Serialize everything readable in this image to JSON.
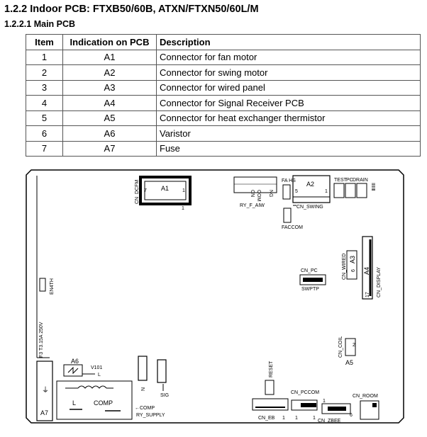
{
  "heading": "1.2.2 Indoor PCB: FTXB50/60B, ATXN/FTXN50/60L/M",
  "subheading": "1.2.2.1 Main PCB",
  "table": {
    "columns": [
      "Item",
      "Indication on PCB",
      "Description"
    ],
    "rows": [
      {
        "item": "1",
        "indication": "A1",
        "description": "Connector for fan motor"
      },
      {
        "item": "2",
        "indication": "A2",
        "description": "Connector for swing motor"
      },
      {
        "item": "3",
        "indication": "A3",
        "description": "Connector for wired panel"
      },
      {
        "item": "4",
        "indication": "A4",
        "description": "Connector for Signal Receiver PCB"
      },
      {
        "item": "5",
        "indication": "A5",
        "description": "Connector for heat exchanger thermistor"
      },
      {
        "item": "6",
        "indication": "A6",
        "description": "Varistor"
      },
      {
        "item": "7",
        "indication": "A7",
        "description": "Fuse"
      }
    ]
  },
  "board": {
    "cn_dcfm": "CN_DCFM",
    "a1": "A1",
    "pin7": "7",
    "pin1": "1",
    "pin1b": "1",
    "gnd_com": "COM",
    "ng": "NG",
    "cn_x": "CN",
    "ry_f_aiw": "RY_F_AIW",
    "fan_hs": "FA HS",
    "a2": "A2",
    "cn_swing": "CN_SWING",
    "swing5": "5",
    "swing1": "1",
    "test": "TEST",
    "pc": "PC",
    "drain": "DRAIN",
    "side_lbl": "ⅡⅡⅢ",
    "faccom": "FACCOM",
    "cn_wired": "CN_WIRED",
    "a3": "A3",
    "a3n": "6",
    "cn_pc": "CN_PC",
    "pc_sub": "SWP",
    "pc_tp": "TP",
    "a4": "A4",
    "cn_display": "CN_DISPLAY",
    "disp17": "17",
    "en4th": "EN4TH",
    "fuse_lbl": "F3 T3.15A 250V",
    "a6": "A6",
    "v101": "V101",
    "l_small": "L",
    "l_big": "L",
    "comp": "COMP",
    "comp_arrow": "←COMP",
    "ry_supply": "RY_SUPPLY",
    "n_lbl": "N",
    "sig": "SIG",
    "cn_coil": "CN_COIL",
    "a5": "A5",
    "reset": "RESET",
    "cn_eb": "CN_EB",
    "eb1": "1",
    "eb1b": "1",
    "cn_pccom": "CN_PCCOM",
    "pccom1": "1",
    "pccom1b": "1",
    "cn_room": "CN_ROOM",
    "cn_zbee": "CN_ZBEE",
    "zbee1": "1",
    "zbee6": "6",
    "a7": "A7"
  }
}
